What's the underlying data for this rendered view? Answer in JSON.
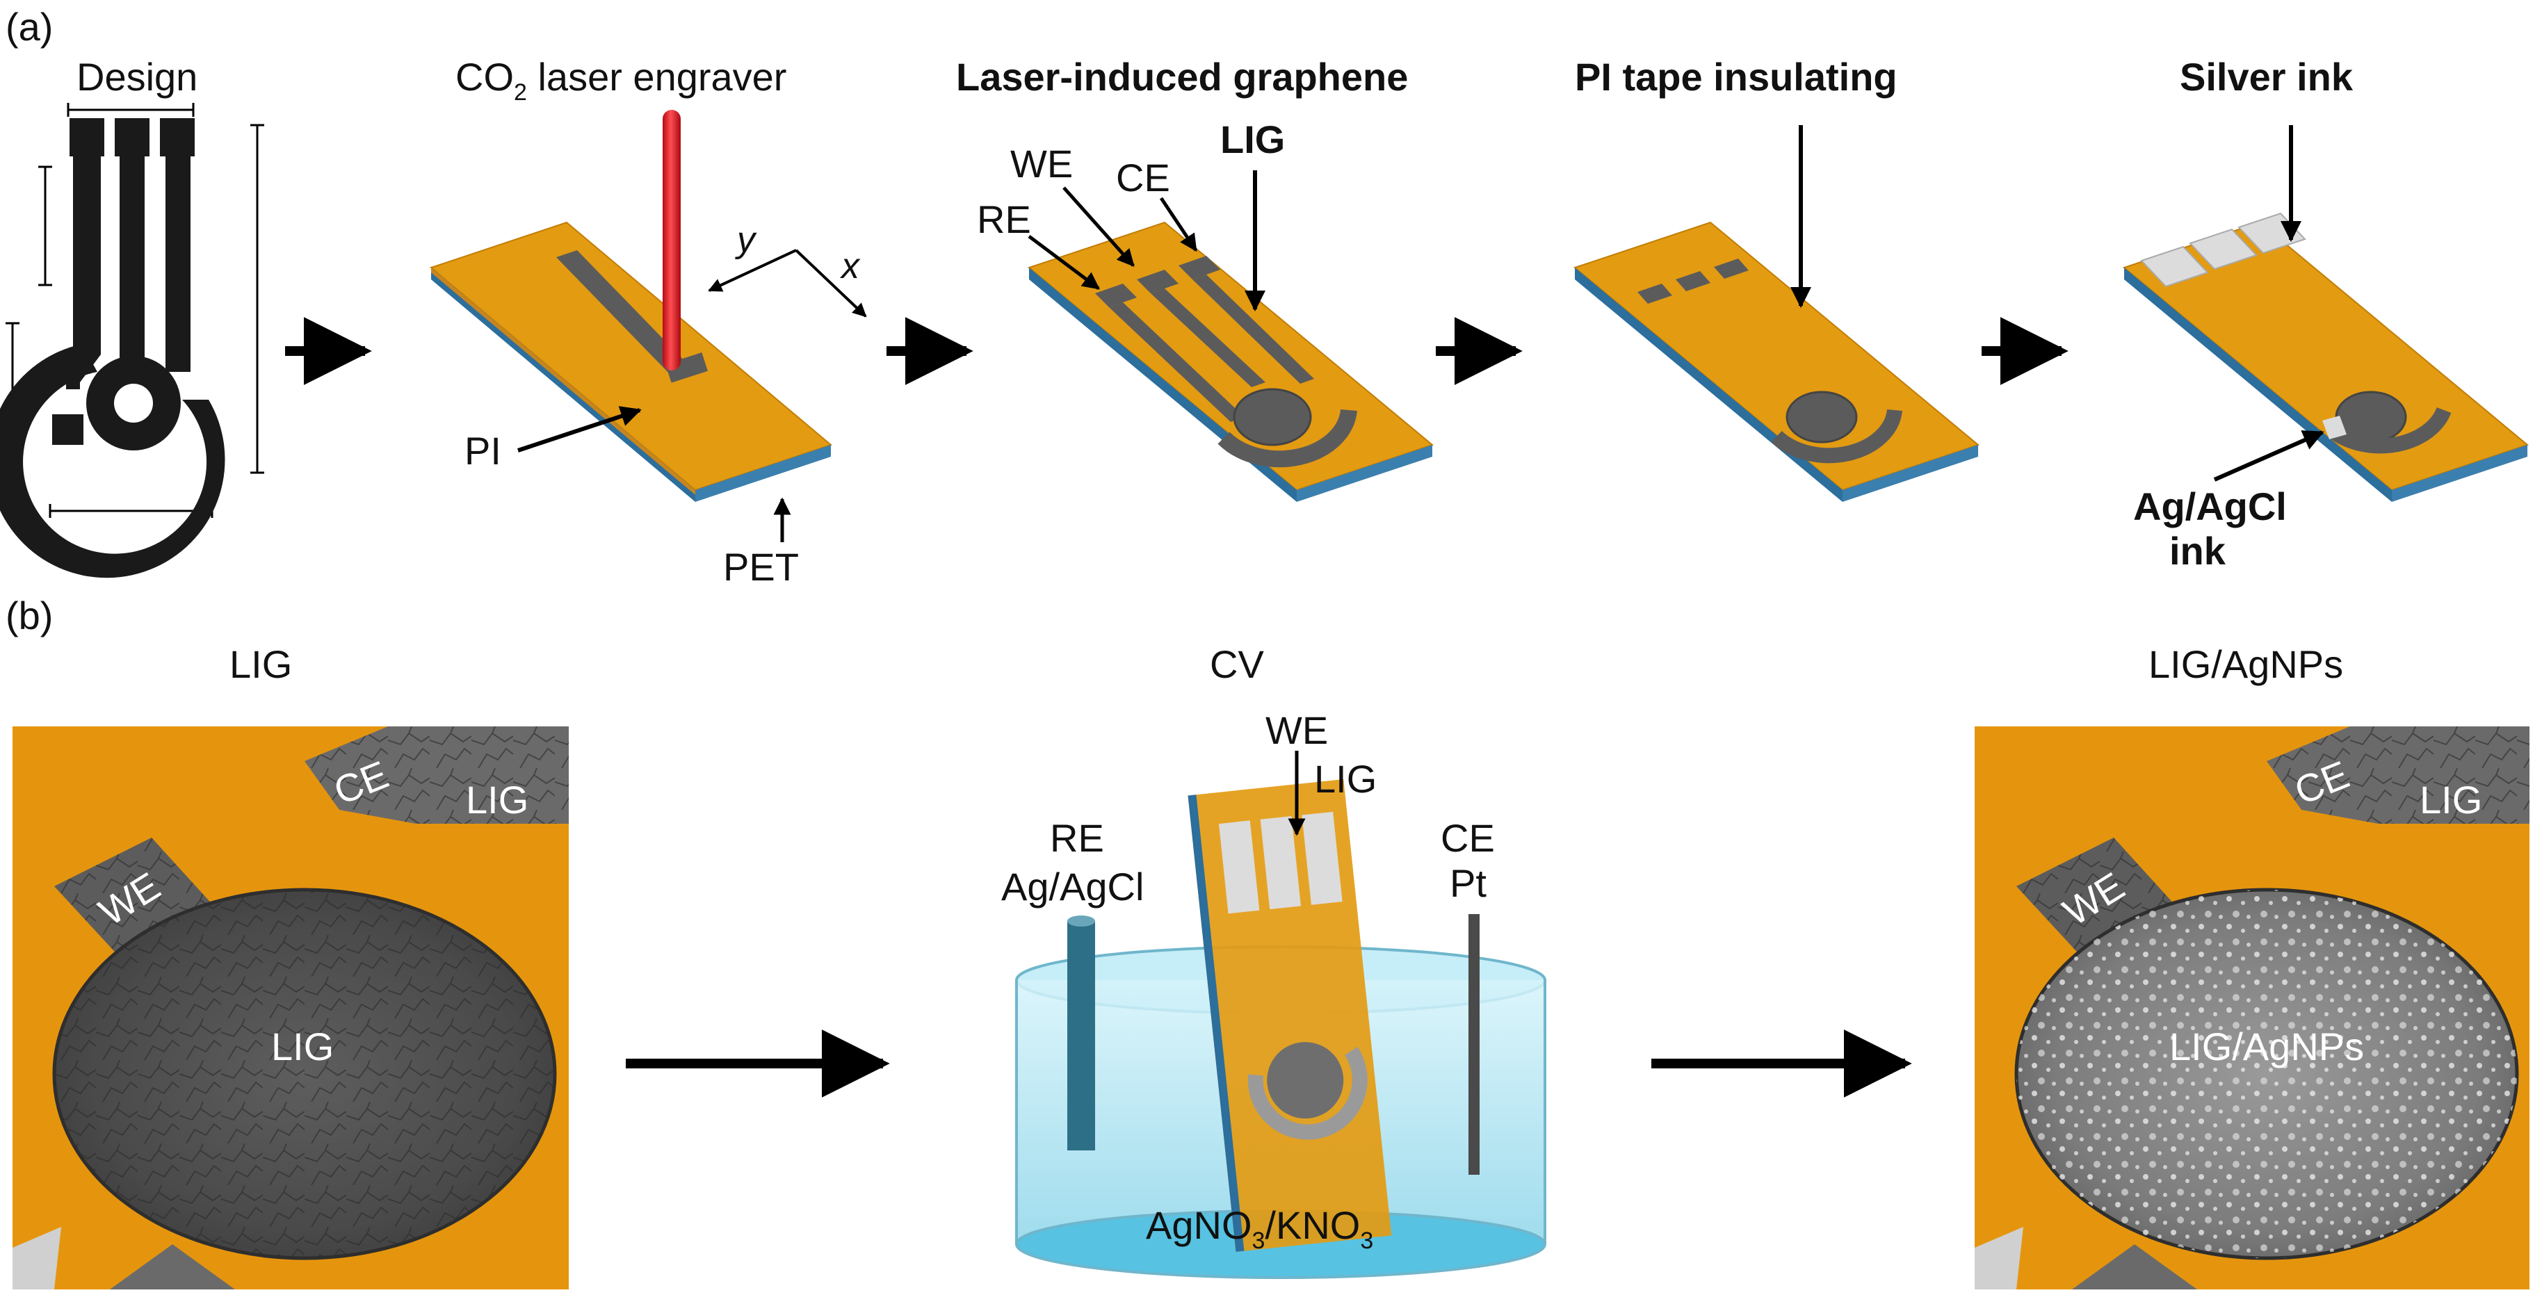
{
  "panel_a": {
    "tag": "(a)",
    "design": "Design",
    "laser_title": "CO",
    "laser_sub": "2",
    "laser_rest": " laser engraver",
    "axis_y": "y",
    "axis_x": "x",
    "pi": "PI",
    "pet": "PET",
    "lig_title": "Laser-induced graphene",
    "we": "WE",
    "re": "RE",
    "ce": "CE",
    "lig": "LIG",
    "pi_tape_title": "PI tape insulating",
    "silver_title": "Silver ink",
    "agagcl_1": "Ag/AgCl",
    "agagcl_2": "ink"
  },
  "panel_b": {
    "tag": "(b)",
    "left_title": "LIG",
    "left_ce": "CE",
    "left_lig_top": "LIG",
    "left_we": "WE",
    "left_center": "LIG",
    "cv_title": "CV",
    "cv_we": "WE",
    "cv_lig": "LIG",
    "cv_re": "RE",
    "cv_re_mat": "Ag/AgCl",
    "cv_ce": "CE",
    "cv_ce_mat": "Pt",
    "solution_a": "AgNO",
    "solution_a_sub": "3",
    "solution_b": "/KNO",
    "solution_b_sub": "3",
    "right_title": "LIG/AgNPs",
    "right_ce": "CE",
    "right_lig_top": "LIG",
    "right_we": "WE",
    "right_center": "LIG/AgNPs"
  },
  "colors": {
    "polyimide": "#e39b12",
    "lig_gray": "#5b5b5b",
    "pet_blue": "#2c6e9c",
    "laser_red": "#e3121a",
    "silver": "#d9d9d9",
    "solution": "#a8e2f0"
  }
}
